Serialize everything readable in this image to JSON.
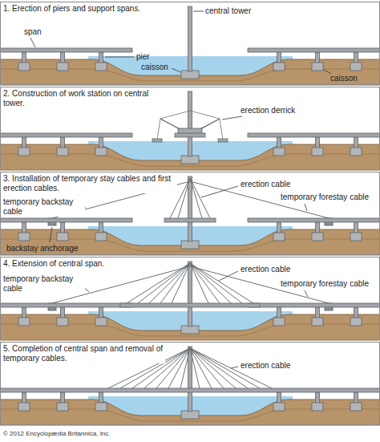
{
  "diagram": {
    "labels": [
      "1. Erection of piers and support spans.",
      "central tower",
      "span",
      "pier",
      "caisson",
      "caisson",
      "2. Construction of work station on central tower.",
      "erection derrick",
      "3. Installation of temporary stay cables and first erection cables.",
      "erection cable",
      "temporary backstay cable",
      "temporary forestay cable",
      "backstay anchorage",
      "4. Extension of central span.",
      "erection cable",
      "temporary backstay cable",
      "temporary forestay cable",
      "5. Completion of central span and removal of temporary cables.",
      "erection cable",
      "© 2012 Encyclopædia Britannica, Inc."
    ]
  }
}
